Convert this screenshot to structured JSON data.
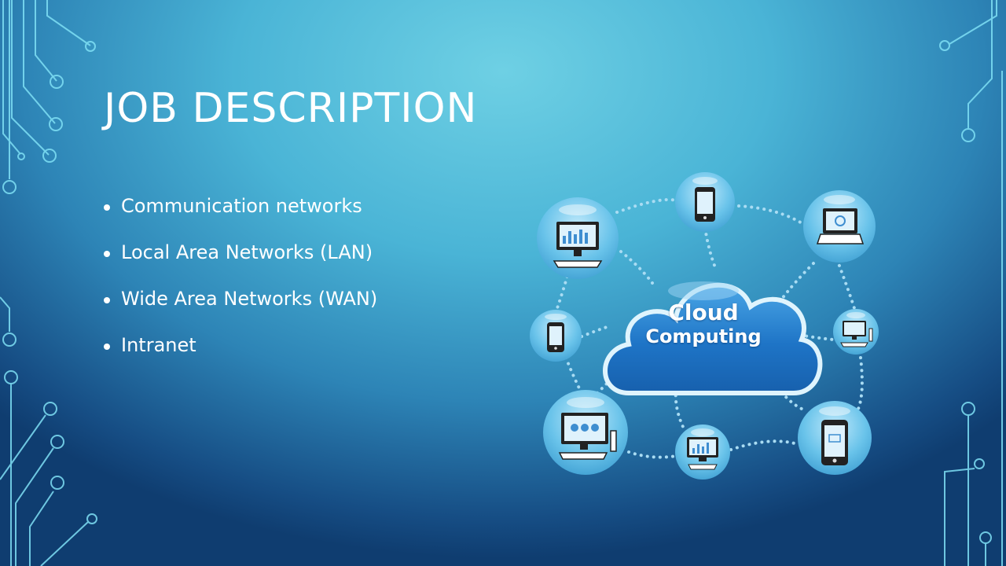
{
  "slide": {
    "title": "JOB DESCRIPTION",
    "bullets": [
      "Communication networks",
      "Local Area Networks (LAN)",
      "Wide Area Networks (WAN)",
      "Intranet"
    ]
  },
  "diagram": {
    "cloud_line1": "Cloud",
    "cloud_line2": "Computing"
  },
  "colors": {
    "circuit": "#7fe0f5",
    "node": "#63bfe8",
    "cloud": "#1a6cc0",
    "dots": "#a9dcf3"
  }
}
